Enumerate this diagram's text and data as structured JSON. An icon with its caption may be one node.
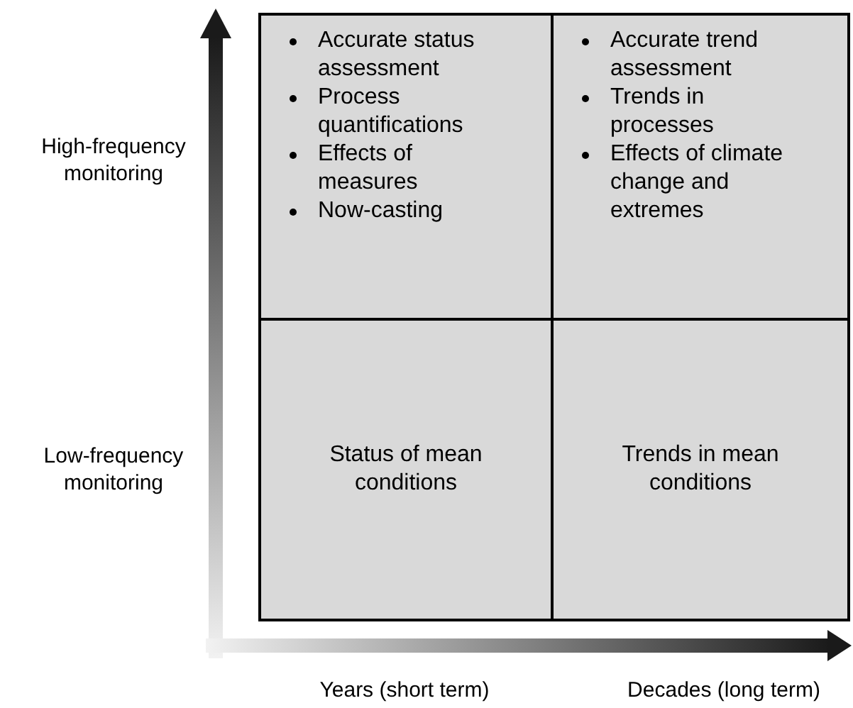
{
  "diagram": {
    "nodes": [
      {
        "text": [
          "Accurate status assessment",
          "Process quantifications",
          "Effects of measures",
          "Now-casting"
        ]
      },
      {
        "text": [
          "Accurate trend assessment",
          "Trends in processes",
          "Effects of climate change and extremes"
        ]
      },
      {
        "text": [
          "Status of mean conditions"
        ]
      },
      {
        "text": [
          "Trends in mean conditions"
        ]
      }
    ],
    "edges": [],
    "labels": [
      "High-frequency monitoring",
      "Low-frequency monitoring",
      "Years (short term)",
      "Decades (long term)"
    ]
  }
}
